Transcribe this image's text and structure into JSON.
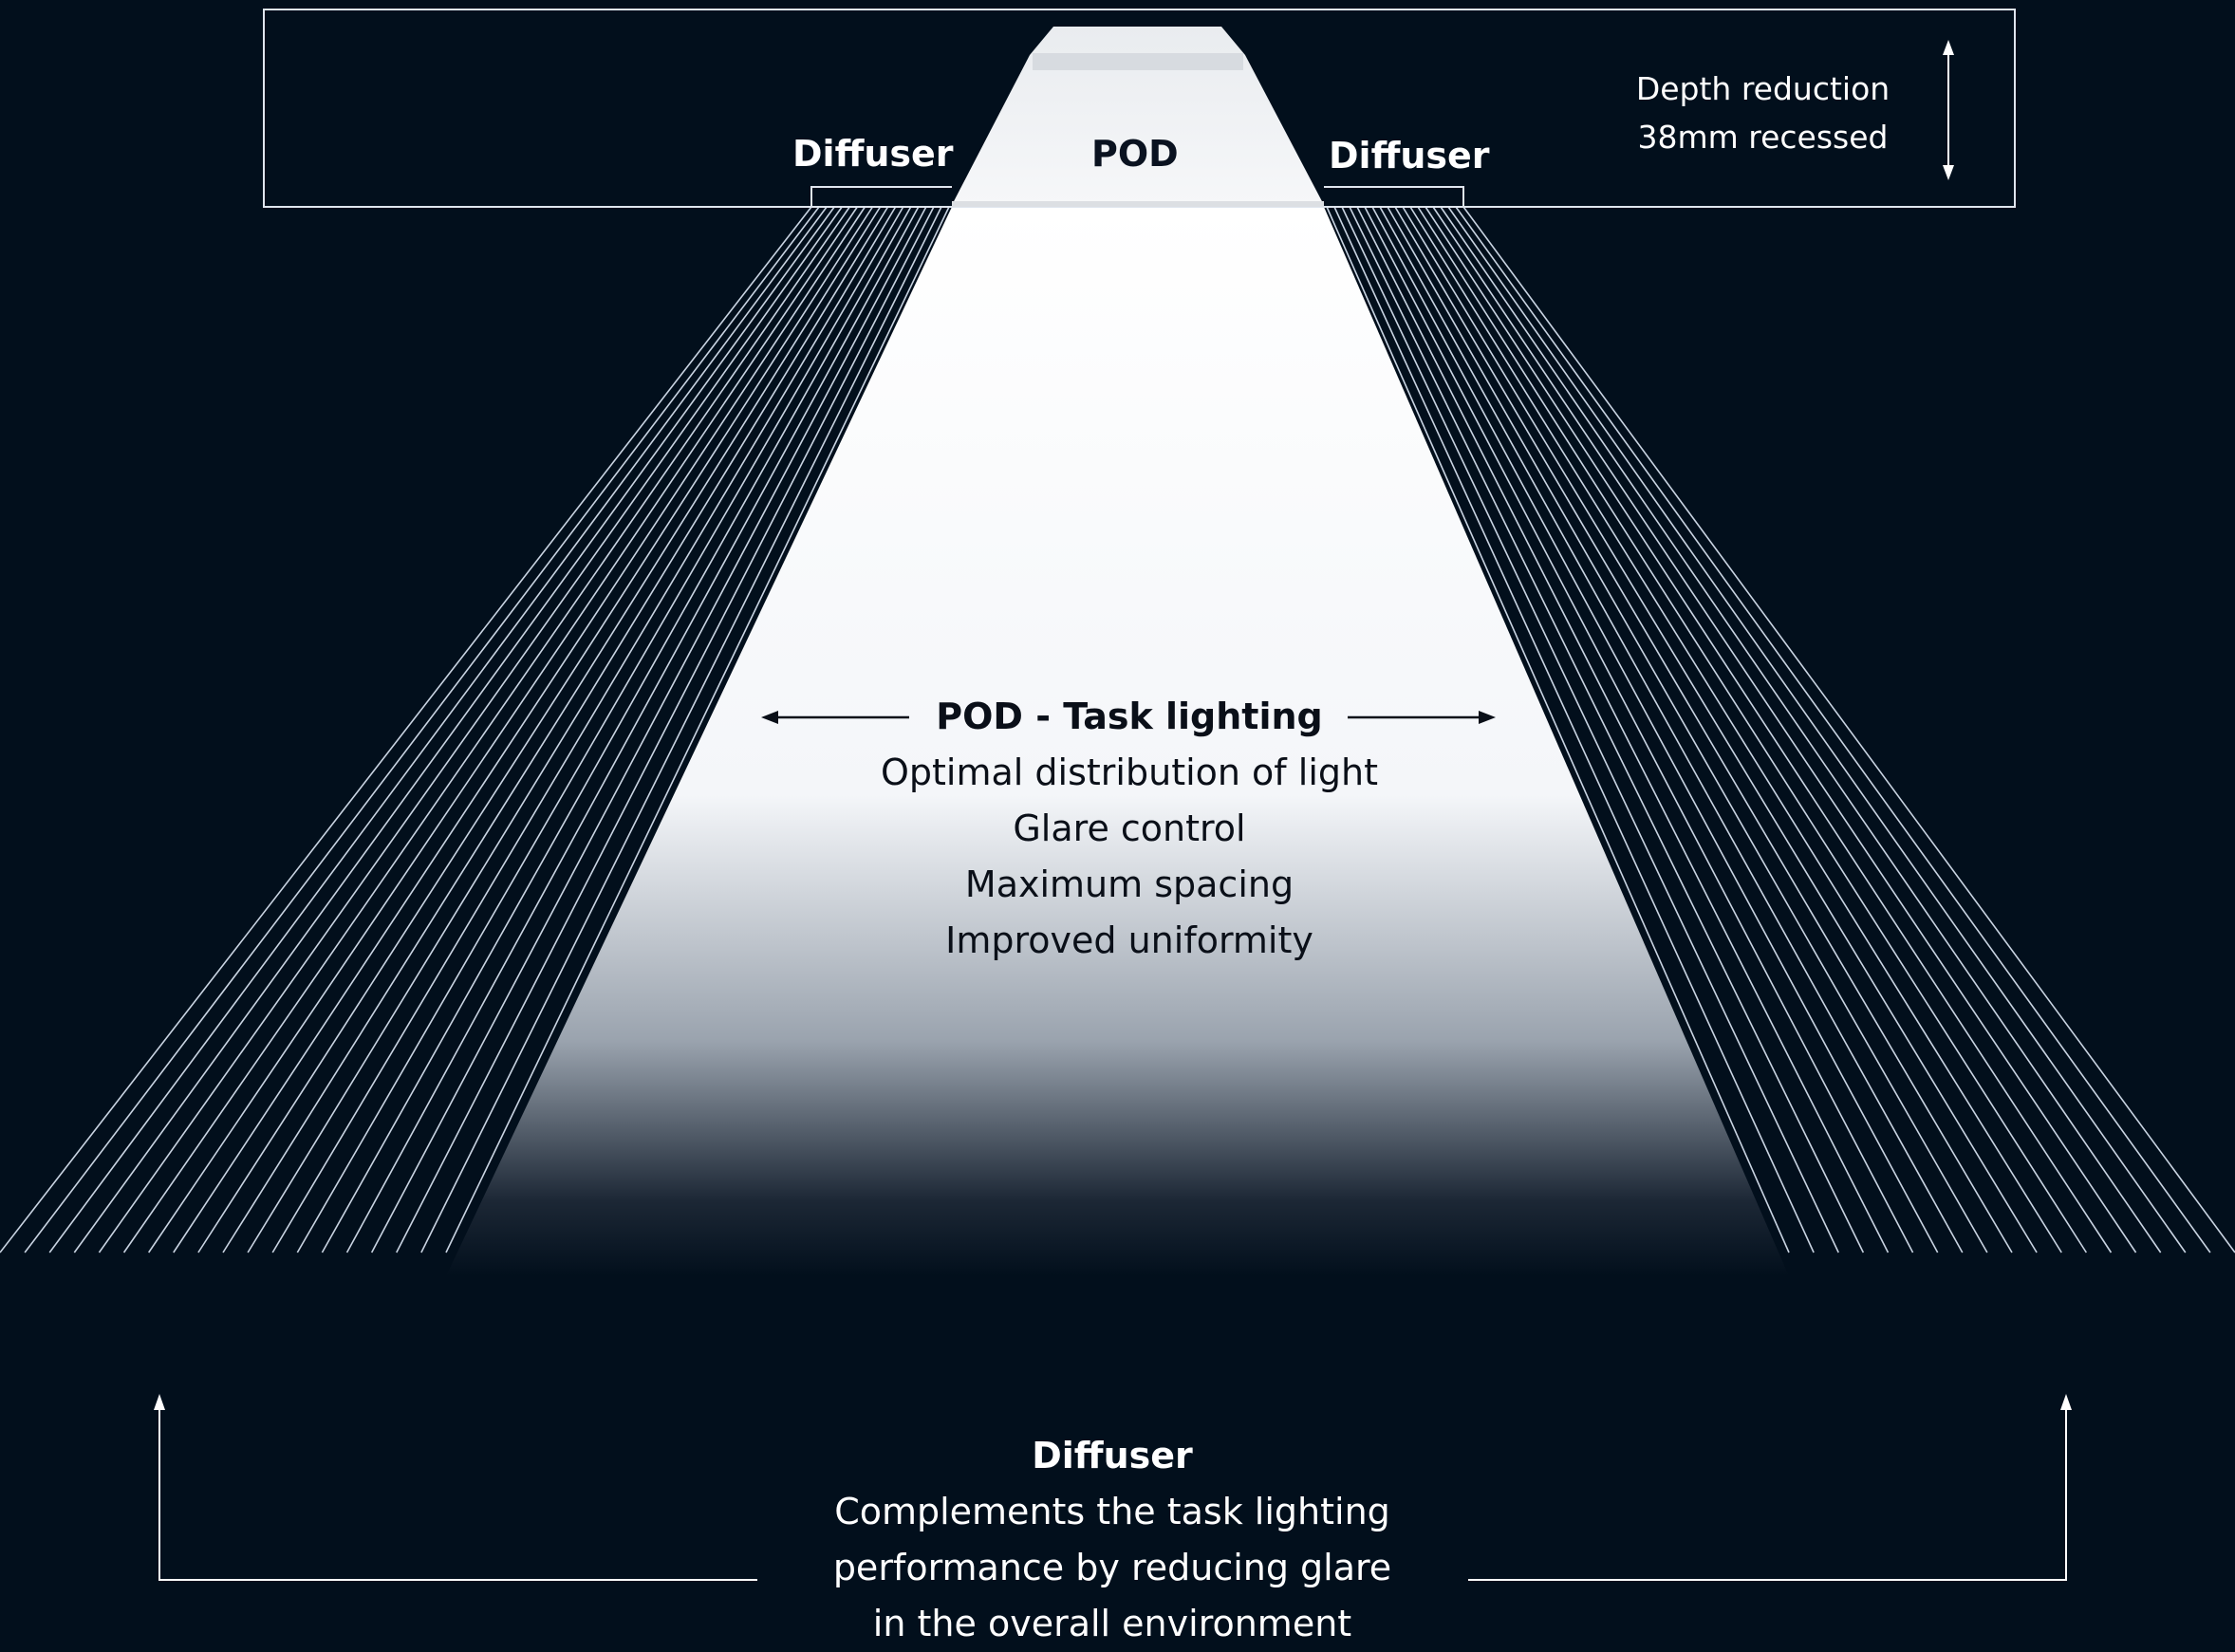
{
  "labels": {
    "diffuser_left": "Diffuser",
    "pod": "POD",
    "diffuser_right": "Diffuser",
    "depth_line1": "Depth reduction",
    "depth_line2": "38mm recessed"
  },
  "task_lighting": {
    "title": "POD - Task lighting",
    "lines": [
      "Optimal distribution of light",
      "Glare control",
      "Maximum spacing",
      "Improved uniformity"
    ]
  },
  "diffuser_info": {
    "title": "Diffuser",
    "lines": [
      "Complements the task lighting",
      "performance by reducing glare",
      "in the overall environment"
    ]
  },
  "colors": {
    "background": "#020f1c",
    "outline": "#dfe5ee",
    "beam": "#ffffff",
    "text_dark": "#0a0f18",
    "text_light": "#ffffff"
  }
}
